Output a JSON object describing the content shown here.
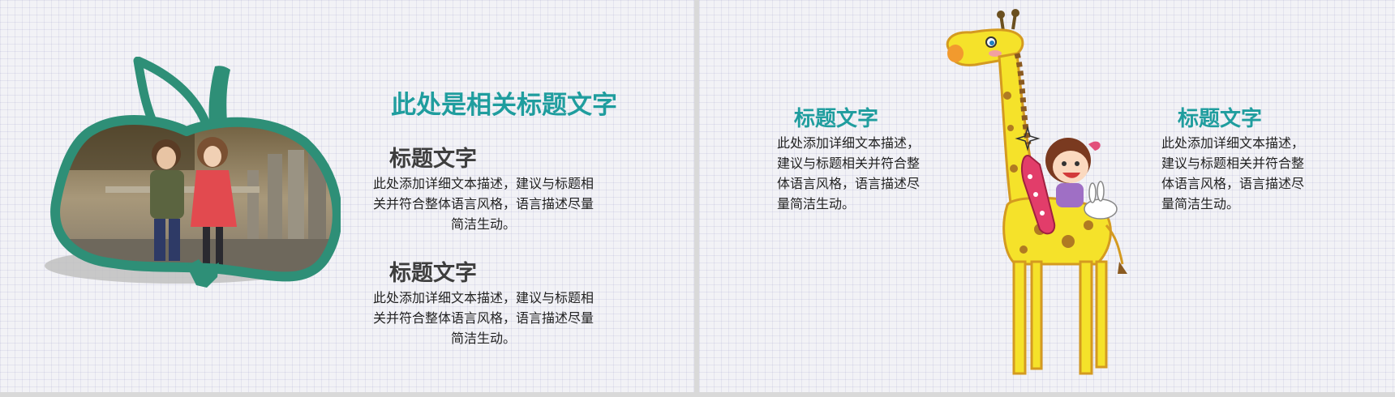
{
  "slide_left": {
    "main_title": "此处是相关标题文字",
    "blocks": [
      {
        "title": "标题文字",
        "body": "此处添加详细文本描述，建议与标题相关并符合整体语言风格，语言描述尽量简洁生动。"
      },
      {
        "title": "标题文字",
        "body": "此处添加详细文本描述，建议与标题相关并符合整体语言风格，语言描述尽量简洁生动。"
      }
    ],
    "photo_icon": "apple-frame-photo-icon"
  },
  "slide_right": {
    "left_block": {
      "title": "标题文字",
      "body": "此处添加详细文本描述，建议与标题相关并符合整体语言风格，语言描述尽量简洁生动。"
    },
    "right_block": {
      "title": "标题文字",
      "body": "此处添加详细文本描述，建议与标题相关并符合整体语言风格，语言描述尽量简洁生动。"
    },
    "illustration_icon": "giraffe-girl-illustration-icon"
  },
  "colors": {
    "accent_teal": "#1f9d9e",
    "frame_green": "#2e8f77",
    "giraffe_yellow": "#f5e22a",
    "heading_dark": "#3e3e3e"
  }
}
